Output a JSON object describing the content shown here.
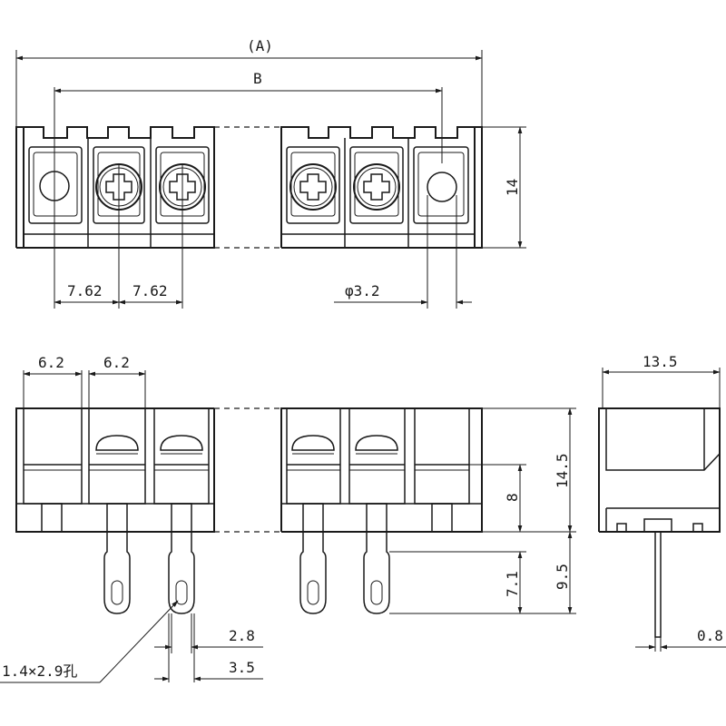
{
  "labels": {
    "overall_length": "(A)",
    "pitch_span": "B",
    "height_top": "14",
    "pitch_1": "7.62",
    "pitch_2": "7.62",
    "mount_hole": "φ3.2",
    "width_1": "6.2",
    "width_2": "6.2",
    "depth": "13.5",
    "body_height": "14.5",
    "slot_height": "8",
    "pin_length": "9.5",
    "pin_tip": "7.1",
    "pin_width": "2.8",
    "pin_span": "3.5",
    "pin_thickness": "0.8",
    "pin_hole": "1.4×2.9孔"
  },
  "colors": {
    "line": "#1a1a1a",
    "background": "#ffffff"
  }
}
